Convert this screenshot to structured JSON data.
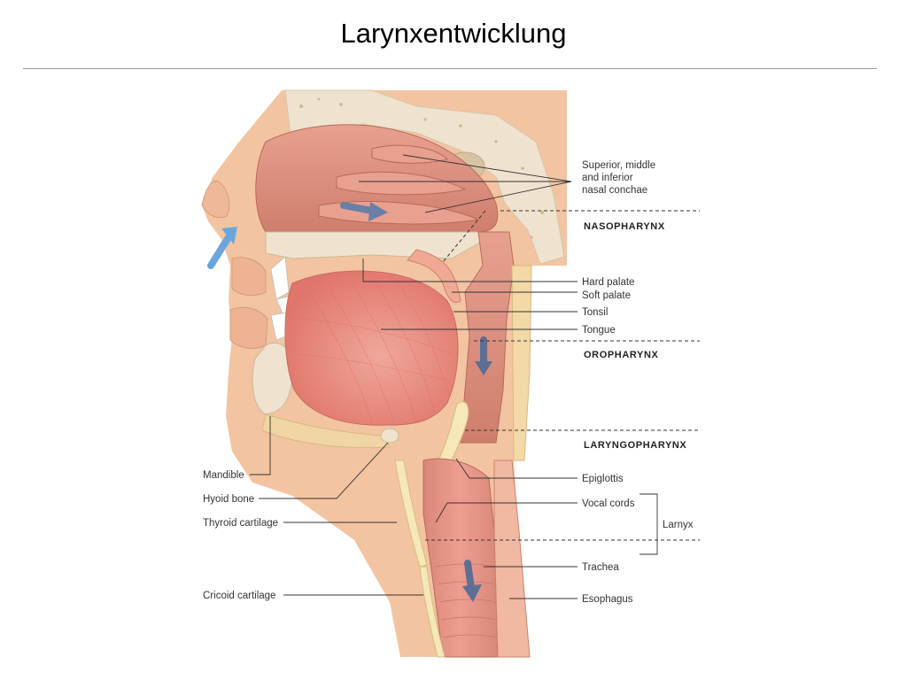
{
  "title": "Larynxentwicklung",
  "labels": {
    "conchae": [
      "Superior, middle",
      "and inferior",
      "nasal conchae"
    ],
    "nasopharynx": "NASOPHARYNX",
    "hard_palate": "Hard palate",
    "soft_palate": "Soft palate",
    "tonsil": "Tonsil",
    "tongue": "Tongue",
    "oropharynx": "OROPHARYNX",
    "laryngopharynx": "LARYNGOPHARYNX",
    "epiglottis": "Epiglottis",
    "vocal_cords": "Vocal cords",
    "larnyx": "Larnyx",
    "trachea": "Trachea",
    "esophagus": "Esophagus",
    "mandible": "Mandible",
    "hyoid_bone": "Hyoid bone",
    "thyroid_cartilage": "Thyroid cartilage",
    "cricoid_cartilage": "Cricoid cartilage"
  },
  "colors": {
    "skin": "#f3c4a2",
    "cavity": "#d98a78",
    "bone": "#efe3cf",
    "muscle": "#e9857c",
    "cartilage": "#f5e7b8",
    "airflow_arrow": "#6aa6dc",
    "food_arrow": "#5d6f93"
  }
}
